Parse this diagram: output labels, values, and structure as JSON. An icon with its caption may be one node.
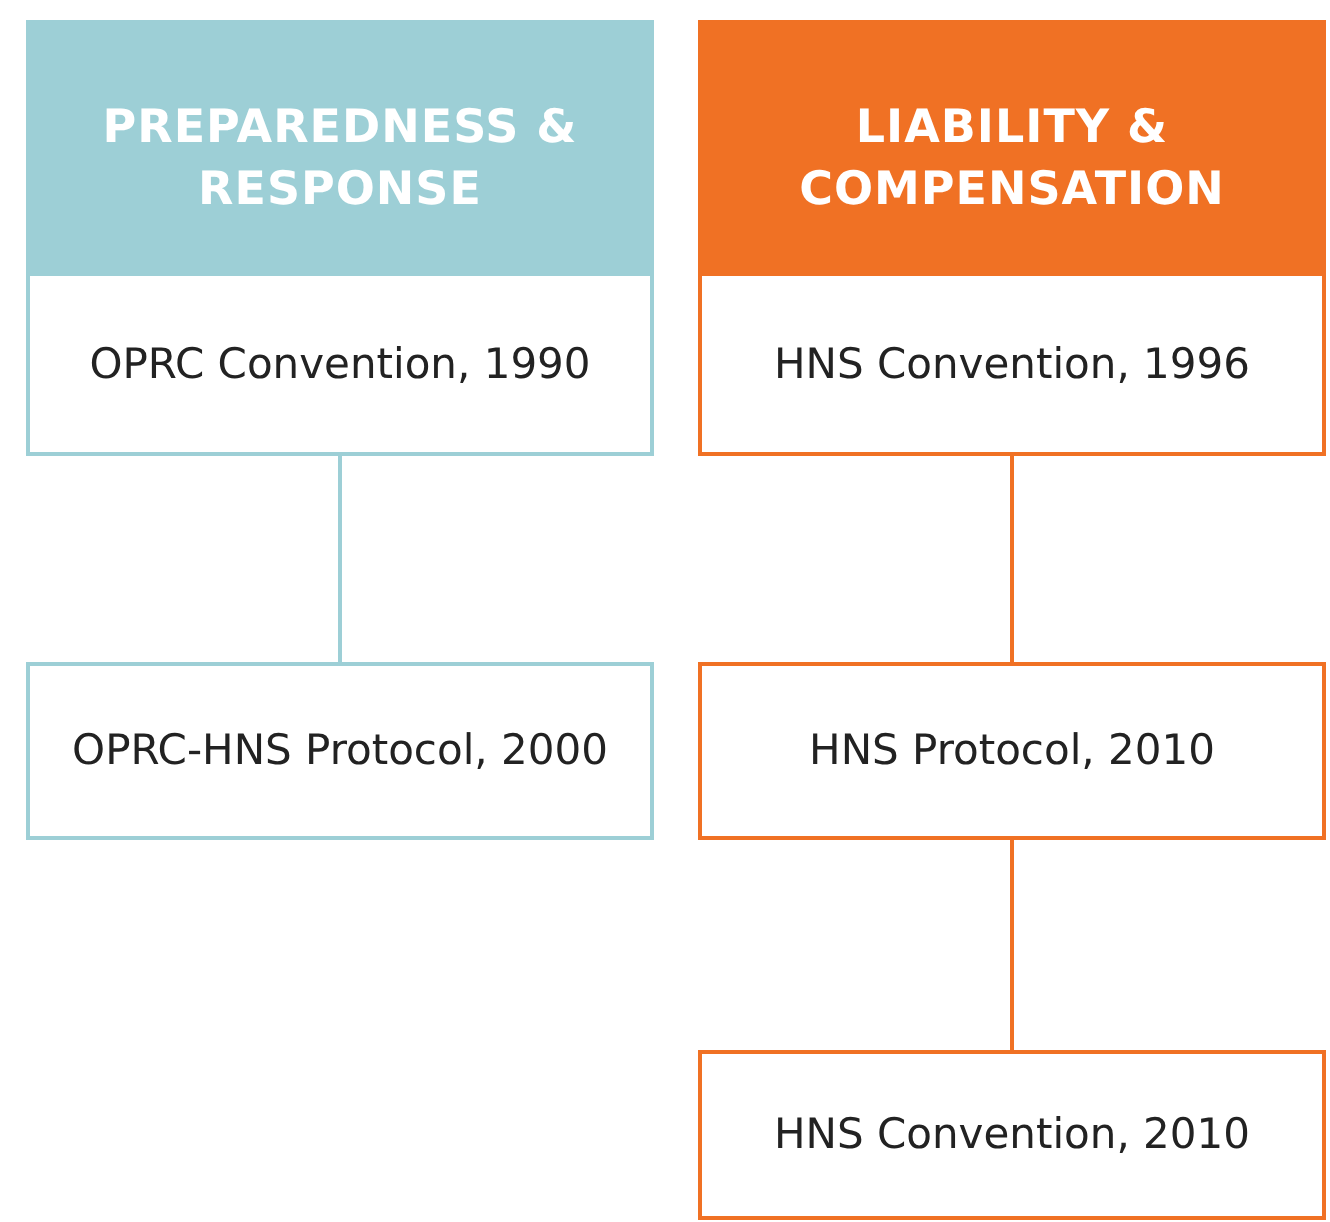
{
  "diagram": {
    "nodes": [
      {
        "text": [
          "PREPAREDNESS & RESPONSE"
        ]
      },
      {
        "text": [
          "OPRC Convention, 1990"
        ]
      },
      {
        "text": [
          "OPRC-HNS Protocol, 2000"
        ]
      },
      {
        "text": [
          "LIABILITY & COMPENSATION"
        ]
      },
      {
        "text": [
          "HNS Convention, 1996"
        ]
      },
      {
        "text": [
          "HNS Protocol, 2010"
        ]
      },
      {
        "text": [
          "HNS Convention, 2010"
        ]
      }
    ],
    "edges": [
      {
        "from": 1,
        "to": 2,
        "arrow": "none",
        "color": "#9dcfd6"
      },
      {
        "from": 4,
        "to": 5,
        "arrow": "none"
      },
      {
        "from": 5,
        "to": 6,
        "arrow": "none"
      }
    ]
  }
}
